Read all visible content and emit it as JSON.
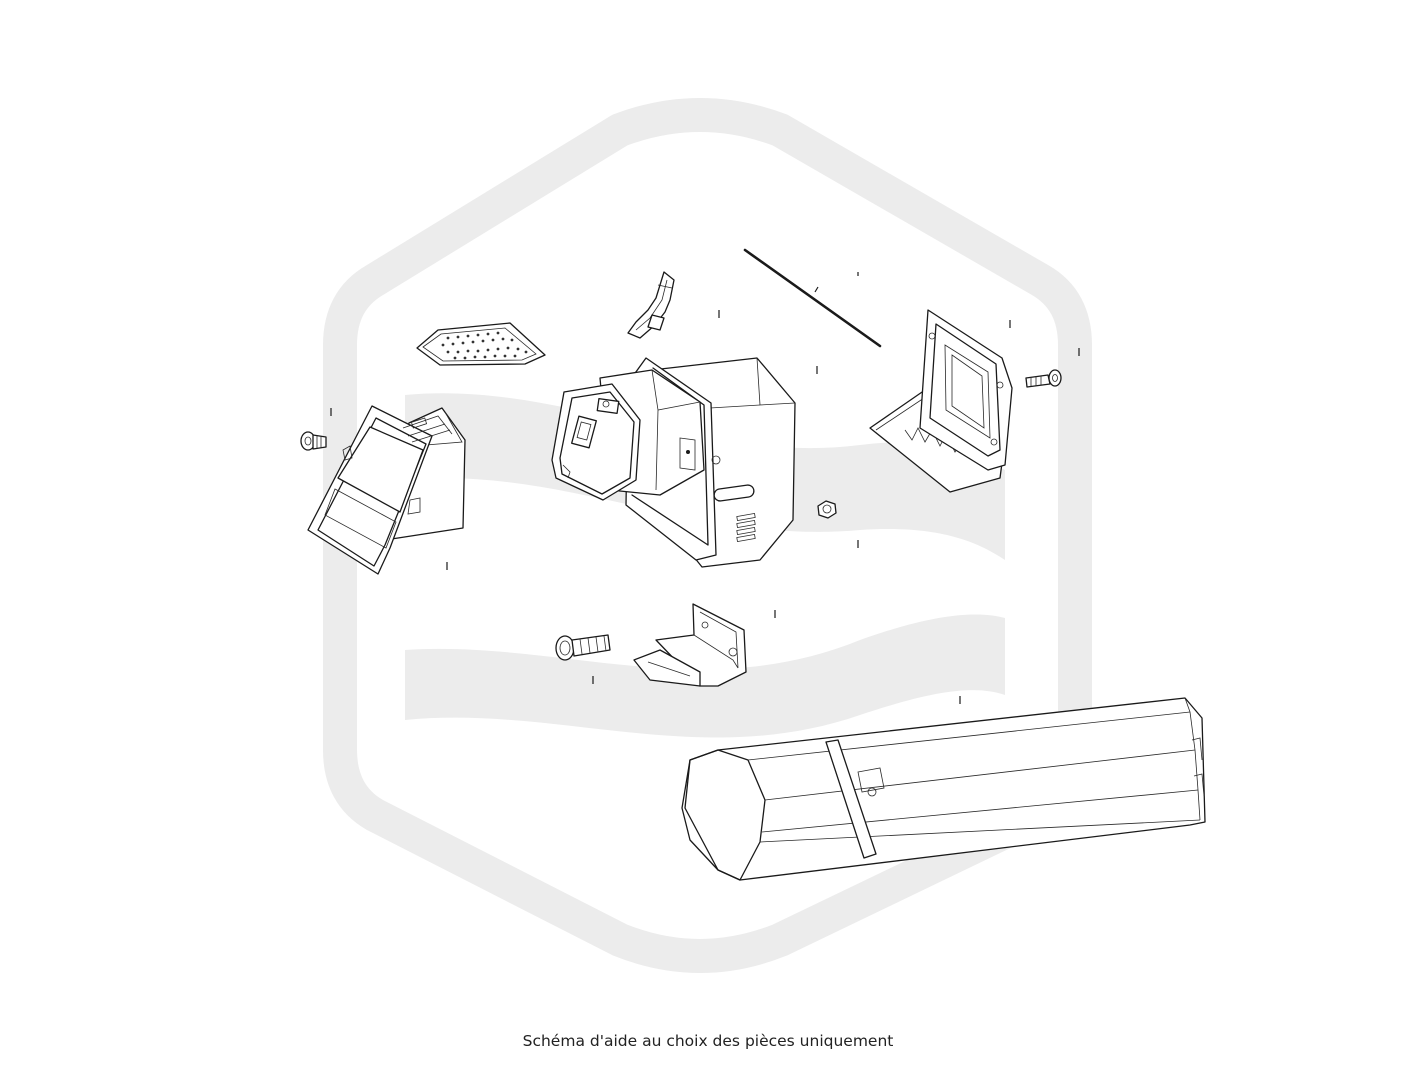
{
  "caption": "Schéma d'aide au choix des pièces uniquement",
  "colors": {
    "watermark": "#ececec",
    "line": "#1a1a1a",
    "background": "#ffffff"
  },
  "watermark": "hexagon-wave-logo",
  "parts": [
    "perforated-grille",
    "bracket-clip",
    "wire-rod",
    "display-bezel",
    "screw-left",
    "main-housing",
    "nut",
    "mounting-frame",
    "screw-right",
    "bolt-bottom",
    "mounting-bracket",
    "battery-pack"
  ]
}
